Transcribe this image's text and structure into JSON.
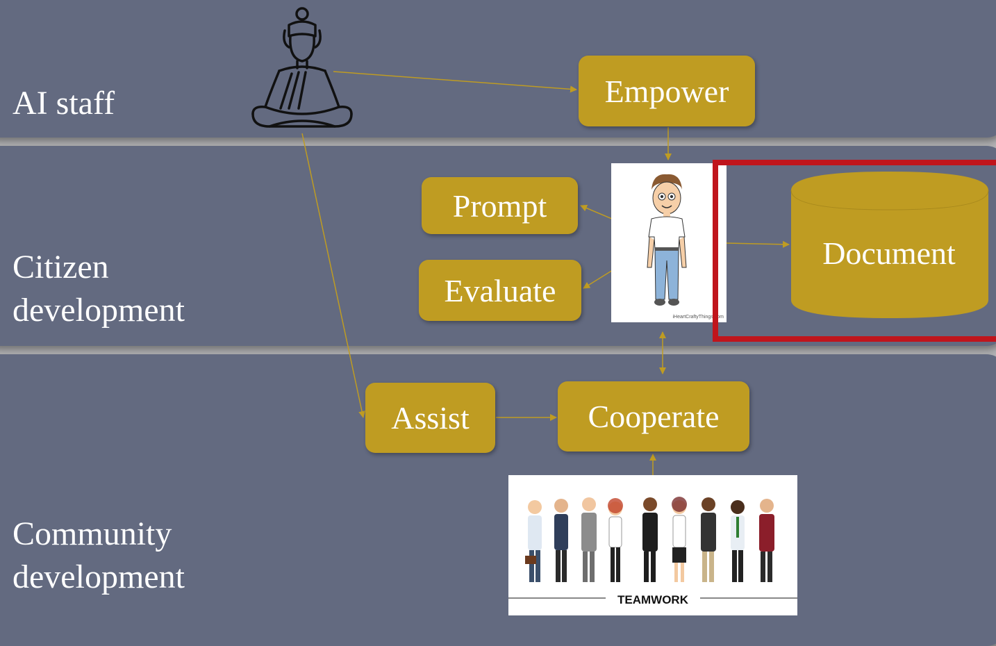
{
  "lanes": {
    "ai_staff": "AI staff",
    "citizen": "Citizen\ndevelopment",
    "community": "Community\ndevelopment"
  },
  "nodes": {
    "empower": "Empower",
    "prompt": "Prompt",
    "evaluate": "Evaluate",
    "document": "Document",
    "assist": "Assist",
    "cooperate": "Cooperate"
  },
  "images": {
    "person_credit": "iHeartCraftyThings.com",
    "teamwork_caption": "TEAMWORK"
  },
  "colors": {
    "lane": "#636a80",
    "node": "#bf9c22",
    "arrow": "#bf9c22",
    "highlight": "#c0151c"
  }
}
